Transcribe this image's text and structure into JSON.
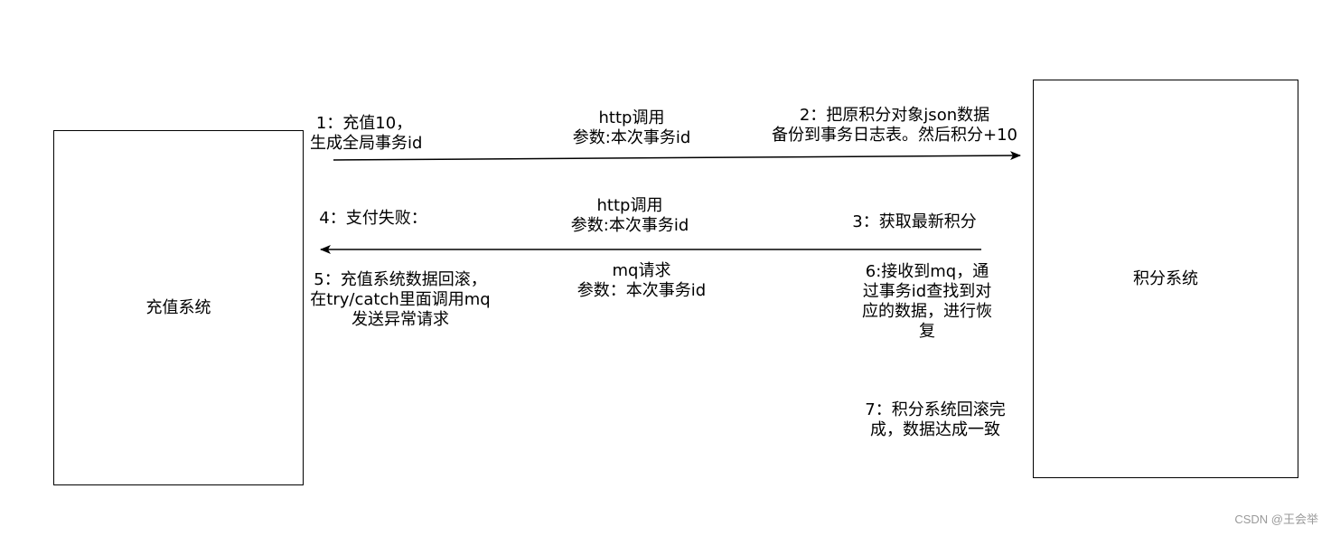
{
  "nodes": {
    "charge_system": "充值系统",
    "points_system": "积分系统"
  },
  "step1": [
    "1：充值10，",
    "生成全局事务id"
  ],
  "call1": [
    "http调用",
    "参数:本次事务id"
  ],
  "step2": [
    "2：把原积分对象json数据",
    "备份到事务日志表。然后积分+10"
  ],
  "step3": "3：获取最新积分",
  "call2": [
    "http调用",
    "参数:本次事务id"
  ],
  "step4": "4：支付失败：",
  "step5": [
    "5：充值系统数据回滚，",
    "在try/catch里面调用mq",
    "发送异常请求"
  ],
  "mq_call": [
    "mq请求",
    "参数：本次事务id"
  ],
  "step6": [
    "6:接收到mq，通",
    "过事务id查找到对",
    "应的数据，进行恢",
    "复"
  ],
  "step7": [
    "7：积分系统回滚完",
    "成，数据达成一致"
  ],
  "watermark": "CSDN @王会举"
}
